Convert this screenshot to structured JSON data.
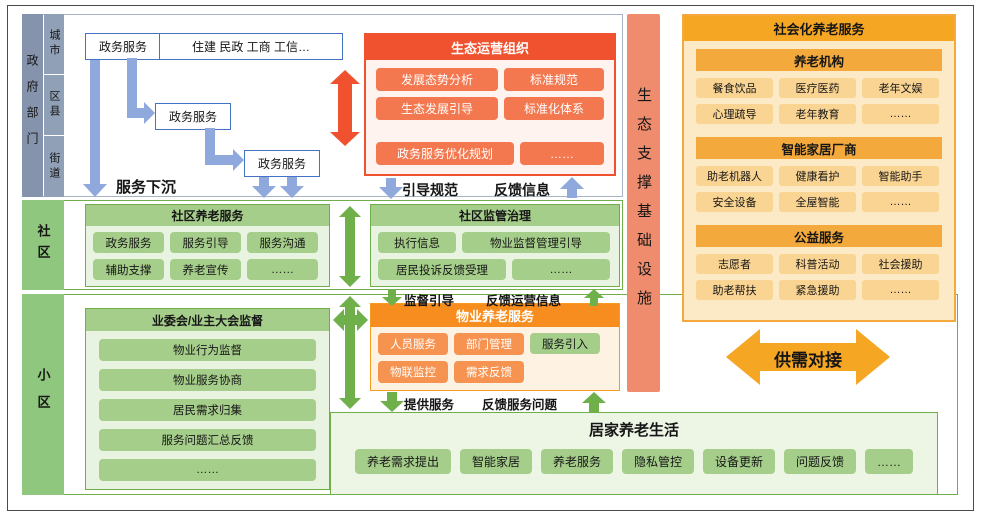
{
  "rail": {
    "government": {
      "label": "政府部门",
      "levels": [
        "城市",
        "区县",
        "街道"
      ]
    },
    "community": "社区",
    "residential": "小区"
  },
  "gov": {
    "service1": "政务服务",
    "departments": "住建  民政  工商  工信…",
    "service2": "政务服务",
    "service3": "政务服务",
    "sink_label": "服务下沉"
  },
  "eco": {
    "title": "生态运营组织",
    "items": [
      "发展态势分析",
      "标准规范",
      "生态发展引导",
      "标准化体系",
      "政务服务优化规划",
      "……"
    ]
  },
  "flow": {
    "guide_norm": "引导规范",
    "feedback_info": "反馈信息",
    "supervise_guide": "监督引导",
    "feedback_operation": "反馈运营信息",
    "provide_service": "提供服务",
    "feedback_issue": "反馈服务问题",
    "supply_demand": "供需对接"
  },
  "care": {
    "title": "社区养老服务",
    "items": [
      "政务服务",
      "服务引导",
      "服务沟通",
      "辅助支撑",
      "养老宣传",
      "……"
    ]
  },
  "reg": {
    "title": "社区监管治理",
    "items": [
      "执行信息",
      "物业监督管理引导",
      "居民投诉反馈受理",
      "……"
    ]
  },
  "owners": {
    "title": "业委会/业主大会监督",
    "items": [
      "物业行为监督",
      "物业服务协商",
      "居民需求归集",
      "服务问题汇总反馈",
      "……"
    ]
  },
  "property": {
    "title": "物业养老服务",
    "items": [
      "人员服务",
      "部门管理",
      "服务引入",
      "物联监控",
      "需求反馈"
    ]
  },
  "home": {
    "title": "居家养老生活",
    "items": [
      "养老需求提出",
      "智能家居",
      "养老服务",
      "隐私管控",
      "设备更新",
      "问题反馈",
      "……"
    ]
  },
  "infra": {
    "title": "生态支撑基础设施"
  },
  "social": {
    "title": "社会化养老服务",
    "groups": [
      {
        "title": "养老机构",
        "items": [
          "餐食饮品",
          "医疗医药",
          "老年文娱",
          "心理疏导",
          "老年教育",
          "……"
        ]
      },
      {
        "title": "智能家居厂商",
        "items": [
          "助老机器人",
          "健康看护",
          "智能助手",
          "安全设备",
          "全屋智能",
          "……"
        ]
      },
      {
        "title": "公益服务",
        "items": [
          "志愿者",
          "科普活动",
          "社会援助",
          "助老帮扶",
          "紧急援助",
          "……"
        ]
      }
    ]
  },
  "colors": {
    "blue_arrow": "#8FA9DC",
    "blue_border": "#4472C4",
    "green": "#6FAE49",
    "green_item": "#A6CE8B",
    "red": "#F0512E",
    "red_item": "#F4784F",
    "amber": "#F3A93C",
    "amber_item": "#FAD492",
    "salmon": "#EF8C6E",
    "rail_blue": "#8594AC",
    "rail_green": "#90C77E"
  }
}
